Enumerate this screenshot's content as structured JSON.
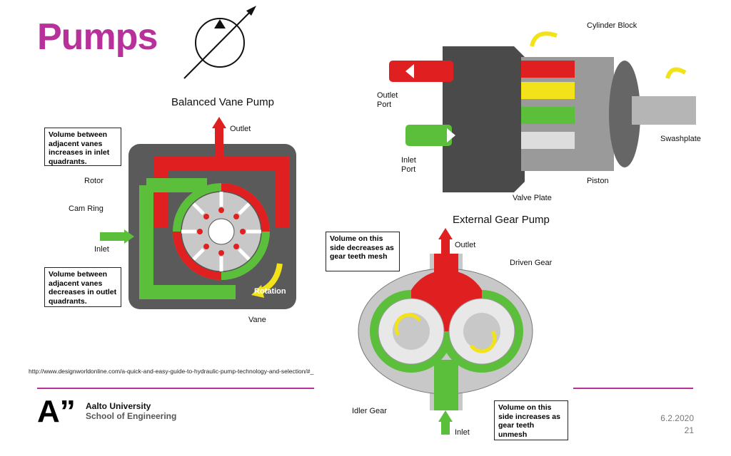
{
  "slide": {
    "title": "Pumps",
    "source_url": "http://www.designworldonline.com/a-quick-and-easy-guide-to-hydraulic-pump-technology-and-selection/#_",
    "date": "6.2.2020",
    "page_number": "21",
    "org_line1": "Aalto University",
    "org_line2": "School of Engineering",
    "logo_text": "A”",
    "accent_color": "#b8309a"
  },
  "vane_pump": {
    "title": "Balanced Vane Pump",
    "outlet": "Outlet",
    "inlet": "Inlet",
    "rotor": "Rotor",
    "cam_ring": "Cam Ring",
    "rotation": "Rotation",
    "vane": "Vane",
    "note_top": "Volume between adjacent vanes increases in inlet quadrants.",
    "note_bottom": "Volume between adjacent vanes decreases in outlet quadrants."
  },
  "piston_pump": {
    "cylinder_block": "Cylinder Block",
    "outlet_port": "Outlet Port",
    "inlet_port": "Inlet Port",
    "swashplate": "Swashplate",
    "piston": "Piston",
    "valve_plate": "Valve Plate"
  },
  "gear_pump": {
    "title": "External Gear Pump",
    "outlet": "Outlet",
    "inlet": "Inlet",
    "driven_gear": "Driven Gear",
    "idler_gear": "Idler Gear",
    "note_top": "Volume on this side decreases as gear teeth mesh",
    "note_bottom": "Volume on this side increases as gear teeth unmesh"
  },
  "colors": {
    "red": "#e02020",
    "green": "#5cbf3c",
    "yellow": "#f2e21a",
    "dark_gray": "#555555",
    "light_gray": "#c8c8c8"
  }
}
